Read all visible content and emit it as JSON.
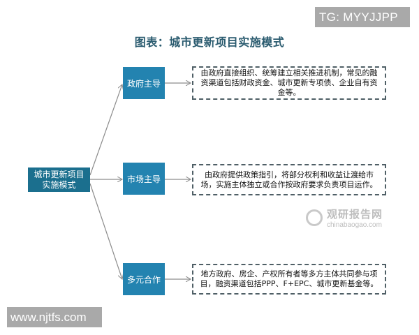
{
  "watermark_top": "TG: MYYJJPP",
  "title": "图表：城市更新项目实施模式",
  "root": {
    "label": "城市更新项目实施模式",
    "color": "#1b6f8e"
  },
  "modes": [
    {
      "label": "政府主导",
      "description": "由政府直接组织、统筹建立相关推进机制，常见的融资渠道包括财政资金、城市更新专项债、企业自有资金等。"
    },
    {
      "label": "市场主导",
      "description": "由政府提供政策指引，将部分权利和收益让渡给市场，实施主体独立或合作按政府要求负责项目运作。"
    },
    {
      "label": "多元合作",
      "description": "地方政府、房企、产权所有者等多方主体共同参与项目，融资渠道包括PPP、F+EPC、城市更新基金等。"
    }
  ],
  "colors": {
    "mode_box": "#2383b0",
    "connector": "#8c8c8c",
    "dashed_border": "#4f5f66"
  },
  "source_logo": {
    "cn": "观研报告网",
    "en": "chinabaogao.com"
  },
  "watermark_bottom": "www.njtfs.com"
}
